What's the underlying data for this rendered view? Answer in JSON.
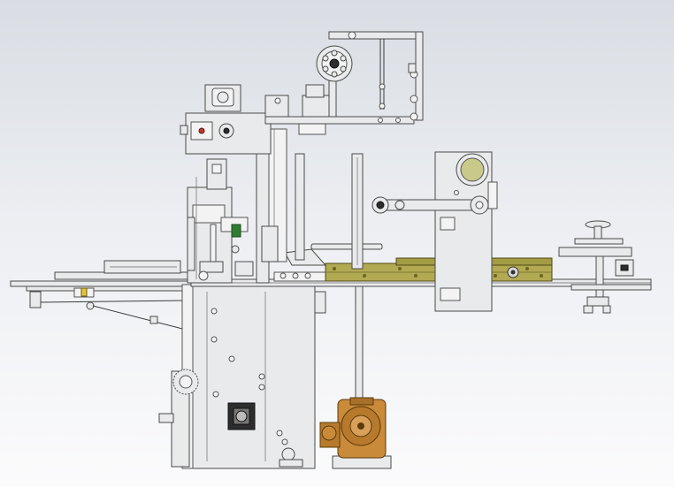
{
  "scene": {
    "view": "cad-front-view",
    "background_top": "#d9dde3",
    "background_bottom": "#fbfbfc"
  },
  "colors": {
    "steel": "#e9eaec",
    "outline": "#4a4a4a",
    "conveyor_plate": "#b2a953",
    "gear_reducer": "#c98a3a",
    "motor_dark": "#2d2d2d",
    "accent_green": "#2f7d32",
    "accent_red": "#c0392b"
  },
  "components": [
    {
      "id": "main-cabinet",
      "color": "#e9eaec"
    },
    {
      "id": "left-conveyor-rail",
      "color": "#e9eaec"
    },
    {
      "id": "main-conveyor-deck",
      "color": "#e9eaec"
    },
    {
      "id": "olive-transfer-plate",
      "color": "#b2a953"
    },
    {
      "id": "upper-gantry-arm",
      "color": "#e9eaec"
    },
    {
      "id": "film-reel",
      "color": "#e9eaec"
    },
    {
      "id": "vertical-feed-column",
      "color": "#e9eaec"
    },
    {
      "id": "right-side-panel",
      "color": "#e9eaec"
    },
    {
      "id": "round-sight-window",
      "color": "#c9c98a"
    },
    {
      "id": "linkage-arm",
      "color": "#e9eaec"
    },
    {
      "id": "rotary-stand",
      "color": "#e9eaec"
    },
    {
      "id": "worm-gear-reducer",
      "color": "#c98a3a"
    },
    {
      "id": "drive-motor",
      "color": "#2d2d2d"
    },
    {
      "id": "side-gear-wheel",
      "color": "#e9eaec"
    }
  ]
}
